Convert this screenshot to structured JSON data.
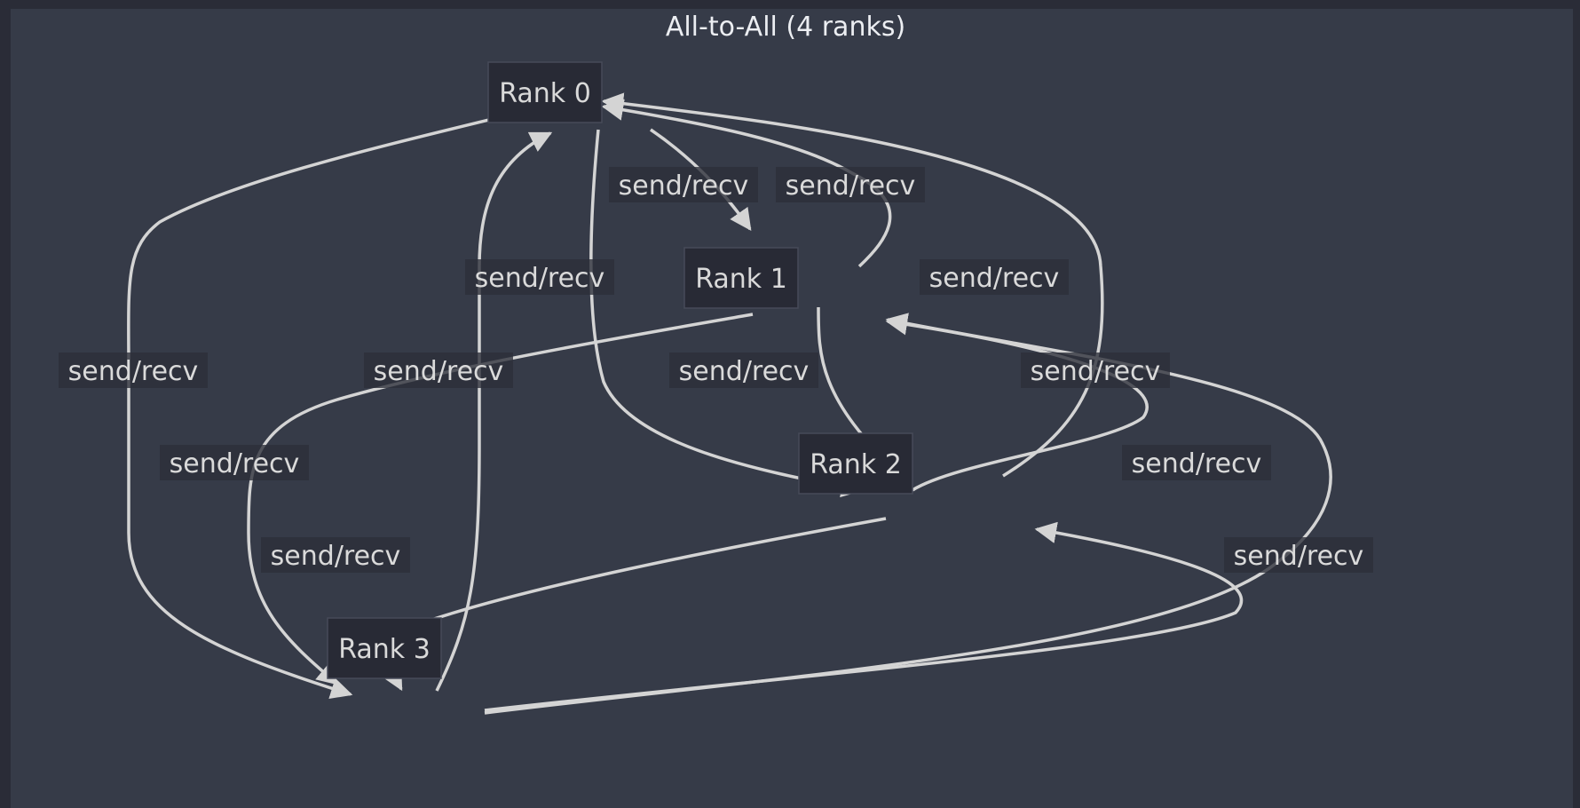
{
  "diagram": {
    "title": "All-to-All (4 ranks)",
    "nodes": [
      {
        "id": "R0",
        "label": "Rank 0"
      },
      {
        "id": "R1",
        "label": "Rank 1"
      },
      {
        "id": "R2",
        "label": "Rank 2"
      },
      {
        "id": "R3",
        "label": "Rank 3"
      }
    ],
    "edges": [
      {
        "from": "R0",
        "to": "R1",
        "label": "send/recv"
      },
      {
        "from": "R1",
        "to": "R0",
        "label": "send/recv"
      },
      {
        "from": "R0",
        "to": "R2",
        "label": "send/recv"
      },
      {
        "from": "R2",
        "to": "R0",
        "label": "send/recv"
      },
      {
        "from": "R0",
        "to": "R3",
        "label": "send/recv"
      },
      {
        "from": "R3",
        "to": "R0",
        "label": "send/recv"
      },
      {
        "from": "R1",
        "to": "R2",
        "label": "send/recv"
      },
      {
        "from": "R2",
        "to": "R1",
        "label": "send/recv"
      },
      {
        "from": "R1",
        "to": "R3",
        "label": "send/recv"
      },
      {
        "from": "R3",
        "to": "R1",
        "label": "send/recv"
      },
      {
        "from": "R2",
        "to": "R3",
        "label": "send/recv"
      },
      {
        "from": "R3",
        "to": "R2",
        "label": "send/recv"
      }
    ]
  },
  "colors": {
    "background": "#363b48",
    "frame": "#2a2c37",
    "node_fill": "#282a35",
    "node_border": "#474b59",
    "edge": "#d4d4d4",
    "text": "#dadada"
  }
}
